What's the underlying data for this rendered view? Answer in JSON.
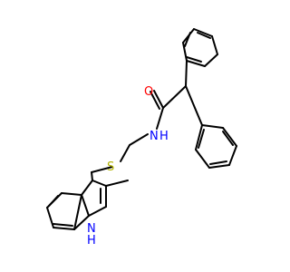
{
  "molecule": {
    "colors": {
      "bond": "#000000",
      "oxygen": "#ff0000",
      "nitrogen": "#0000ff",
      "sulfur": "#b2b200"
    },
    "atom_labels": {
      "oxygen": "O",
      "amide_nitrogen": "N",
      "amide_hydrogen": "H",
      "sulfur": "S",
      "indole_nitrogen": "N",
      "indole_hydrogen": "H"
    }
  }
}
